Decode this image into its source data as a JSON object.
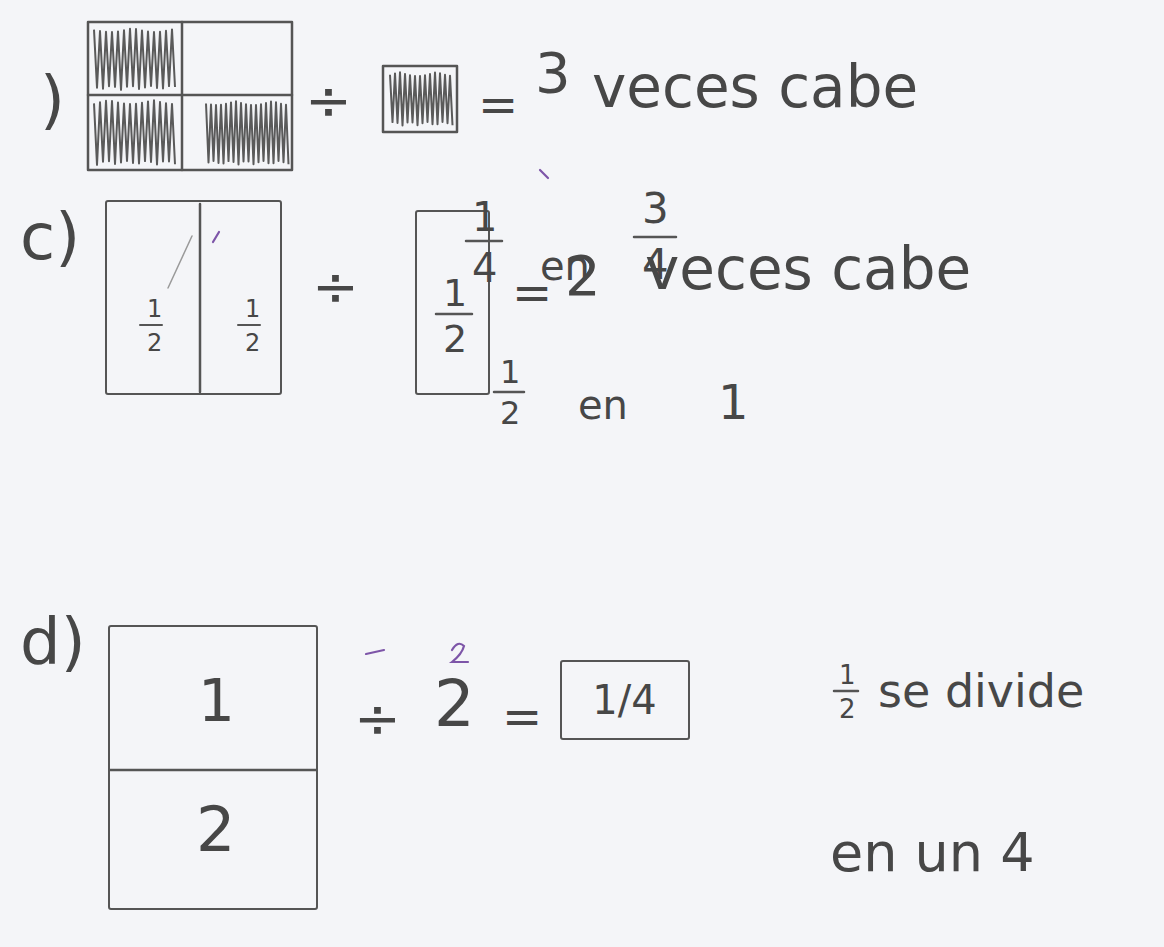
{
  "diagram": {
    "nodes": [
      {
        "text": [
          "1",
          "2",
          "1",
          "2"
        ]
      },
      {
        "text": [
          "1",
          "2"
        ]
      },
      {
        "text": [
          "1",
          "2"
        ]
      },
      {
        "text": [
          "1/4"
        ]
      }
    ],
    "labels": [
      ")",
      "÷",
      "=",
      "3",
      "veces cabe",
      "1",
      "4",
      "en",
      "3",
      "4",
      "c)",
      "÷",
      "=",
      "2",
      "veces cabe",
      "1",
      "2",
      "en",
      "1",
      "d)",
      "÷",
      "2",
      "=",
      "1",
      "2",
      "se divide",
      "en un 4"
    ]
  }
}
